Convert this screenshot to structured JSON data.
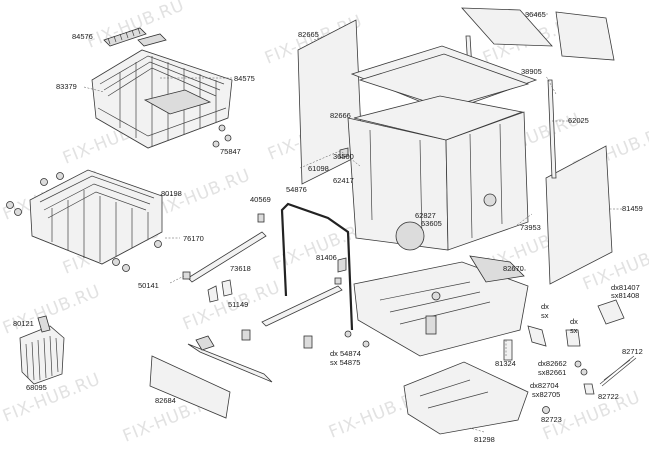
{
  "watermark_text": "FIX-HUB.RU",
  "labels": {
    "l84576": "84576",
    "l83379": "83379",
    "l84575": "84575",
    "l75847": "75847",
    "l80198": "80198",
    "l76170": "76170",
    "l50141": "50141",
    "l80121": "80121",
    "l68095": "68095",
    "l40569": "40569",
    "l54876": "54876",
    "l73618": "73618",
    "l51149": "51149",
    "l82684": "82684",
    "l82665": "82665",
    "l82666": "82666",
    "l36500": "36500",
    "l61098": "61098",
    "l62417": "62417",
    "l81406": "81406",
    "l54874": "dx 54874",
    "l54875": "sx 54875",
    "l36465": "36465",
    "l38905": "38905",
    "l62025": "62025",
    "l81459": "81459",
    "l62827": "62827",
    "l63605": "63605",
    "l73953": "73953",
    "l82670": "82670",
    "l81407": "dx81407",
    "l81408": "sx81408",
    "ldx1": "dx",
    "lsx1": "sx",
    "ldx2": "dx",
    "lsx2": "sx",
    "l81324": "81324",
    "l82662": "dx82662",
    "l82661": "sx82661",
    "l82704": "dx82704",
    "l82705": "sx82705",
    "l82712": "82712",
    "l82722": "82722",
    "l82723": "82723",
    "l81298": "81298"
  }
}
